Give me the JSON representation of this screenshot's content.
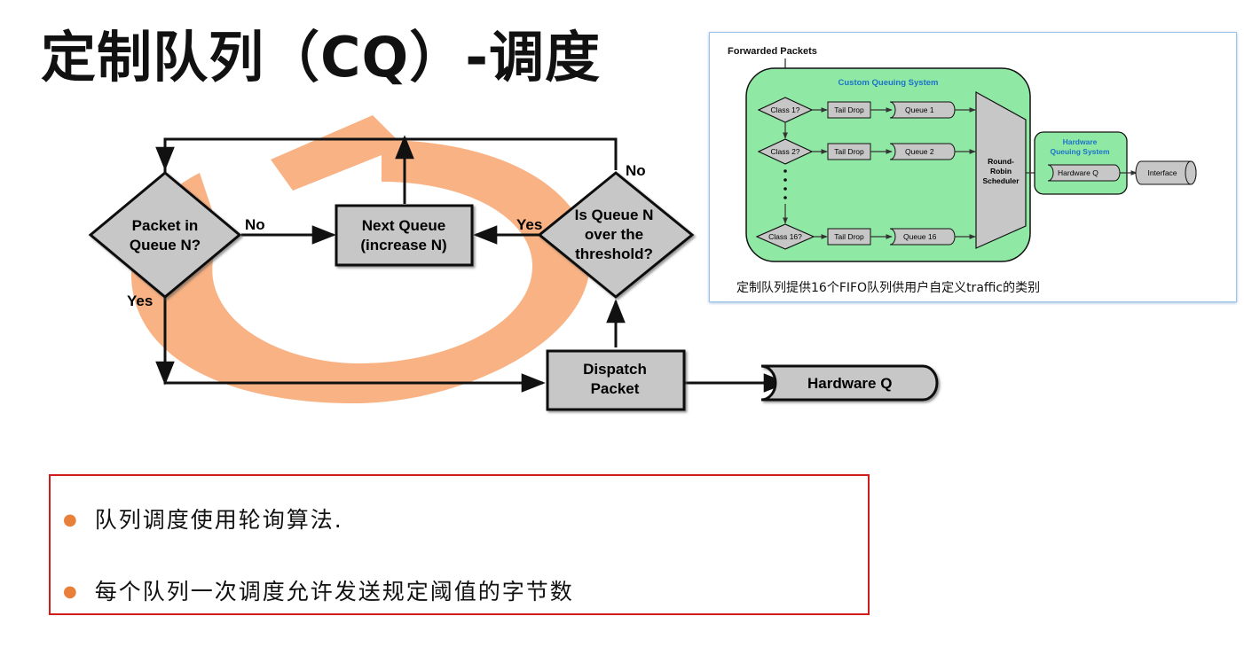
{
  "title": "定制队列（CQ）-调度",
  "flowchart": {
    "decision_packet": [
      "Packet in",
      "Queue N?"
    ],
    "label_no_left": "No",
    "label_yes_left": "Yes",
    "next_queue": [
      "Next Queue",
      "(increase N)"
    ],
    "label_yes_right": "Yes",
    "decision_threshold": [
      "Is Queue N",
      "over the",
      "threshold?"
    ],
    "label_no_top": "No",
    "dispatch": [
      "Dispatch",
      "Packet"
    ],
    "hardware_q": "Hardware Q"
  },
  "inset": {
    "forwarded_packets": "Forwarded Packets",
    "cq_system": "Custom Queuing System",
    "classes": [
      "Class 1?",
      "Class 2?",
      "Class 16?"
    ],
    "tail_drop": "Tail Drop",
    "queues": [
      "Queue 1",
      "Queue 2",
      "Queue 16"
    ],
    "scheduler": [
      "Round-",
      "Robin",
      "Scheduler"
    ],
    "hw_system": [
      "Hardware",
      "Queuing System"
    ],
    "hw_queue": "Hardware Q",
    "interface": "Interface",
    "caption": "定制队列提供16个FIFO队列供用户自定义traffic的类别"
  },
  "bullets": [
    "队列调度使用轮询算法.",
    "每个队列一次调度允许发送规定阈值的字节数"
  ],
  "colors": {
    "ring": "#f8b283",
    "box_fill": "#c7c7c7",
    "inset_green": "#90e8a5",
    "inset_blue_text": "#1a73c8",
    "bullet_dot": "#e8803a",
    "border_red": "#d21c1c"
  }
}
